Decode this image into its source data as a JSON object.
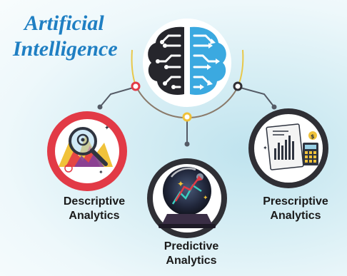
{
  "title": {
    "line1": "Artificial",
    "line2": "Intelligence"
  },
  "branches": [
    {
      "id": "descriptive",
      "line1": "Descriptive",
      "line2": "Analytics",
      "icon": "magnifier-chart-icon",
      "ring_color": "#e23a46"
    },
    {
      "id": "predictive",
      "line1": "Predictive",
      "line2": "Analytics",
      "icon": "crystal-ball-icon",
      "ring_color": "#2f2f35"
    },
    {
      "id": "prescriptive",
      "line1": "Prescriptive",
      "line2": "Analytics",
      "icon": "report-calculator-icon",
      "ring_color": "#2f2f35"
    }
  ],
  "hub": {
    "icon": "brain-circuit-icon",
    "left_color": "#26262c",
    "right_color": "#3ba9e0"
  },
  "colors": {
    "title": "#1f7fc3",
    "connector": "#555b66",
    "arc_accent": "#e8c84a",
    "dot_red": "#e23a46",
    "dot_gold": "#f0c23a"
  }
}
